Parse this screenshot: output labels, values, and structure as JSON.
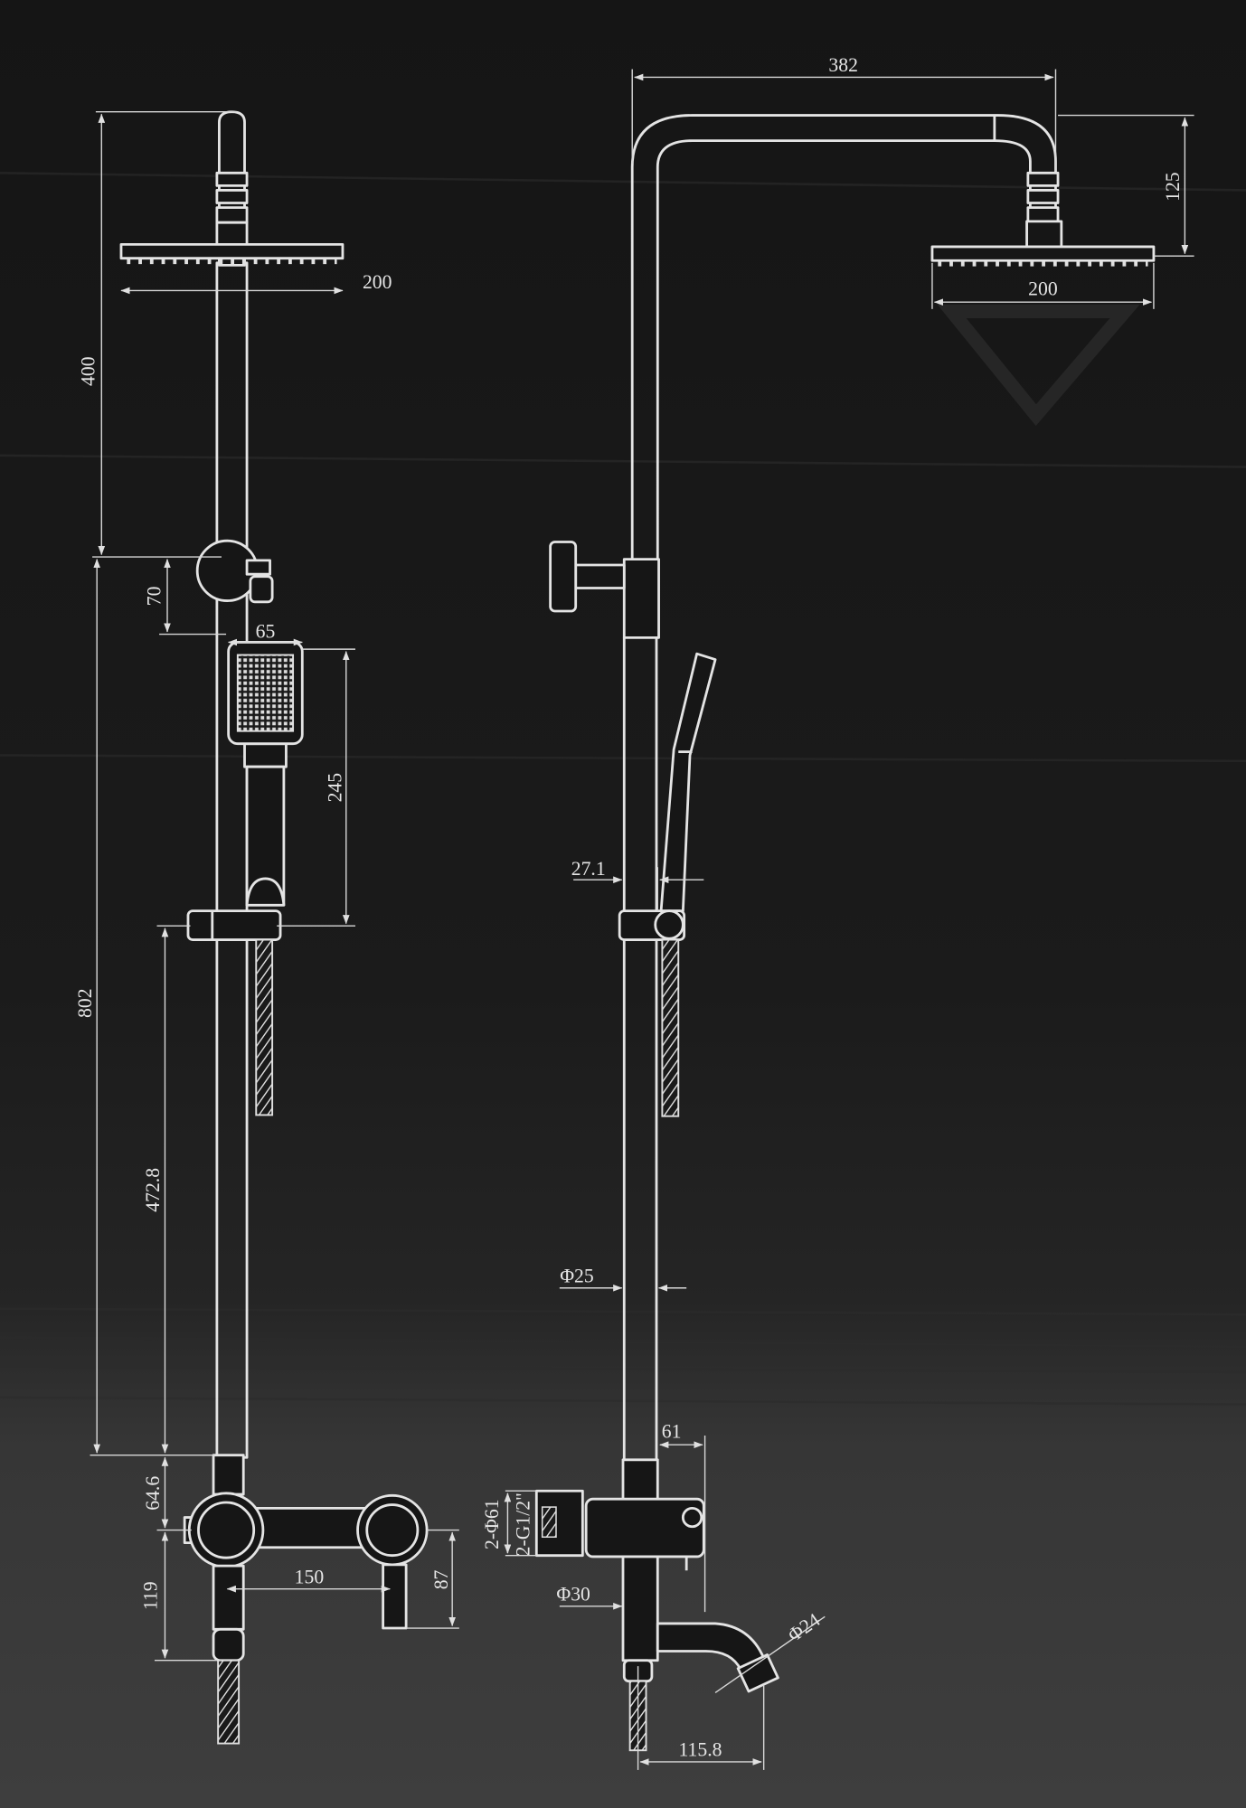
{
  "diagram": {
    "front_view": {
      "head_width": "200",
      "upper_height": "400",
      "bracket_offset": "70",
      "hand_width": "65",
      "hand_length": "245",
      "rail_height": "802",
      "holder_height": "472.8",
      "mixer_offset": "64.6",
      "mixer_lower": "119",
      "inlet_spacing": "150",
      "inlet_depth": "87"
    },
    "side_view": {
      "arm_reach": "382",
      "arm_drop": "125",
      "head_width": "200",
      "holder_offset": "27.1",
      "pipe_diameter": "Φ25",
      "mixer_depth": "61",
      "inlet_count_diameter": "2-Φ61",
      "inlet_thread": "2-G1/2\"",
      "body_diameter": "Φ30",
      "spout_diameter": "Φ24",
      "spout_reach": "115.8"
    }
  },
  "colors": {
    "background": "#1a1a1a",
    "background_lower": "#3c3c3c",
    "line": "#e4e4e4"
  }
}
